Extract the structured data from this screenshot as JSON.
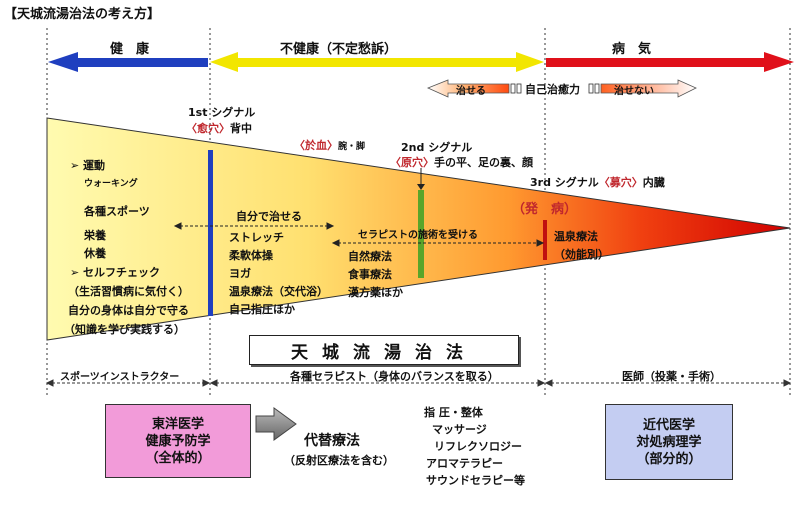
{
  "title": "【天城流湯治法の考え方】",
  "phases": {
    "health": "健　康",
    "unhealthy": "不健康（不定愁訴）",
    "disease": "病　気"
  },
  "healing": {
    "curable": "治せる",
    "power": "自己治癒力",
    "incurable": "治せない"
  },
  "signals": {
    "first_label": "1st シグナル",
    "first_key": "〈愈穴〉",
    "first_place": "背中",
    "stagnant_key": "〈於血〉",
    "stagnant_place": "腕・脚",
    "second_label": "2nd シグナル",
    "second_key": "〈原穴〉",
    "second_place": "手の平、足の裏、顔",
    "third_label": "3rd シグナル",
    "third_key": "〈募穴〉",
    "third_place": "内臓"
  },
  "health_col": {
    "items": [
      "➢ 運動",
      "ウォーキング",
      "各種スポーツ",
      "栄養",
      "休養",
      "➢ セルフチェック",
      "（生活習慣病に気付く）",
      "自分の身体は自分で守る",
      "（知識を学び実践する）"
    ]
  },
  "self_col": {
    "header": "自分で治せる",
    "items": [
      "ストレッチ",
      "柔軟体操",
      "ヨガ",
      "温泉療法（交代浴）",
      "自己指圧ほか"
    ]
  },
  "therapist_col": {
    "header": "セラピストの施術を受ける",
    "items": [
      "自然療法",
      "食事療法",
      "漢方薬ほか"
    ]
  },
  "disease_col": {
    "onset": "（発　病）",
    "items": [
      "温泉療法",
      "（効能別）"
    ]
  },
  "brand": "天城流湯治法",
  "roles": {
    "sports": "スポーツインストラクター",
    "therapist": "各種セラピスト（身体のバランスを取る）",
    "doctor": "医師（投薬・手術）"
  },
  "eastern": {
    "line1": "東洋医学",
    "line2": "健康予防学",
    "line3": "（全体的）"
  },
  "alternative": {
    "line1": "代替療法",
    "line2": "（反射区療法を含む）"
  },
  "methods": [
    "指 圧・整体",
    "マッサージ",
    "リフレクソロジー",
    "アロマテラピー",
    "サウンドセラピー等"
  ],
  "modern": {
    "line1": "近代医学",
    "line2": "対処病理学",
    "line3": "（部分的）"
  },
  "colors": {
    "blue_arrow": "#1f3fbf",
    "yellow_arrow": "#f2e600",
    "red_arrow": "#e0101a",
    "wedge_start": "#fffaa8",
    "wedge_end": "#e00000",
    "eastern_box": "#f29bd9",
    "modern_box": "#c4cdf2",
    "signal_green": "#5aa52a"
  }
}
